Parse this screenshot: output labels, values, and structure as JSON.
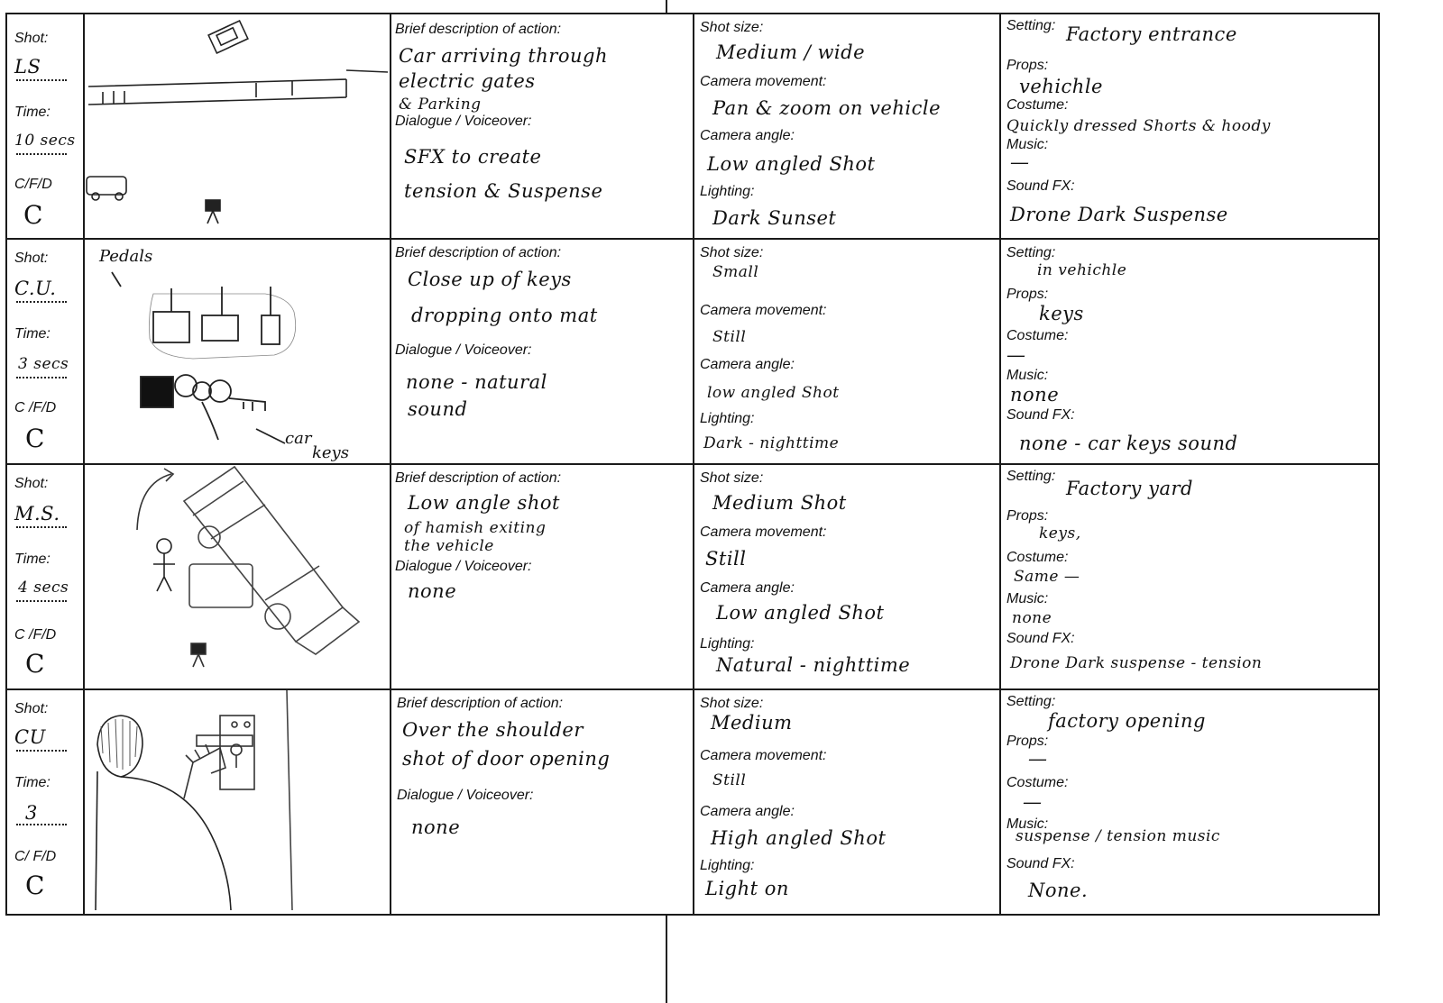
{
  "labels": {
    "shot": "Shot:",
    "time": "Time:",
    "cfd": [
      "C/F/D",
      "C /F/D",
      "C /F/D",
      "C/ F/D"
    ],
    "brief": "Brief description of action:",
    "dialogue": "Dialogue / Voiceover:",
    "shot_size": "Shot size:",
    "camera_movement": "Camera movement:",
    "camera_angle": "Camera angle:",
    "lighting": "Lighting:",
    "setting": "Setting:",
    "props": "Props:",
    "costume": "Costume:",
    "music": "Music:",
    "sound_fx": "Sound FX:"
  },
  "panels": [
    {
      "shot": "LS",
      "time": "10 secs",
      "cfd": "C",
      "action": [
        "Car arriving through",
        "electric gates",
        "& Parking"
      ],
      "dialogue": [
        "SFX to create",
        "tension & Suspense"
      ],
      "shot_size": "Medium / wide",
      "camera_movement": "Pan & zoom on vehicle",
      "camera_angle": "Low angled Shot",
      "lighting": "Dark Sunset",
      "setting": "Factory entrance",
      "props": "vehichle",
      "costume": "Quickly dressed Shorts & hoody",
      "music": "—",
      "sound_fx": "Drone Dark Suspense",
      "sketch_labels": []
    },
    {
      "shot": "C.U.",
      "time": "3 secs",
      "cfd": "C",
      "action": [
        "Close up of keys",
        "dropping onto mat"
      ],
      "dialogue": [
        "none - natural",
        "sound"
      ],
      "shot_size": "Small",
      "camera_movement": "Still",
      "camera_angle": "low angled Shot",
      "lighting": "Dark - nighttime",
      "setting": "in vehichle",
      "props": "keys",
      "costume": "—",
      "music": "none",
      "sound_fx": "none - car keys sound",
      "sketch_labels": [
        "Pedals",
        "car",
        "keys"
      ]
    },
    {
      "shot": "M.S.",
      "time": "4 secs",
      "cfd": "C",
      "action": [
        "Low angle shot",
        "of hamish exiting",
        "the vehicle"
      ],
      "dialogue": [
        "none"
      ],
      "shot_size": "Medium Shot",
      "camera_movement": "Still",
      "camera_angle": "Low angled Shot",
      "lighting": "Natural - nighttime",
      "setting": "Factory yard",
      "props": "keys,",
      "costume": "Same —",
      "music": "none",
      "sound_fx": "Drone Dark suspense - tension",
      "sketch_labels": []
    },
    {
      "shot": "CU",
      "time": "3",
      "cfd": "C",
      "action": [
        "Over the shoulder",
        "shot of door opening"
      ],
      "dialogue": [
        "none"
      ],
      "shot_size": "Medium",
      "camera_movement": "Still",
      "camera_angle": "High angled Shot",
      "lighting": "Light on",
      "setting": "factory opening",
      "props": "—",
      "costume": "—",
      "music": "suspense / tension music",
      "sound_fx": "None.",
      "sketch_labels": []
    }
  ]
}
